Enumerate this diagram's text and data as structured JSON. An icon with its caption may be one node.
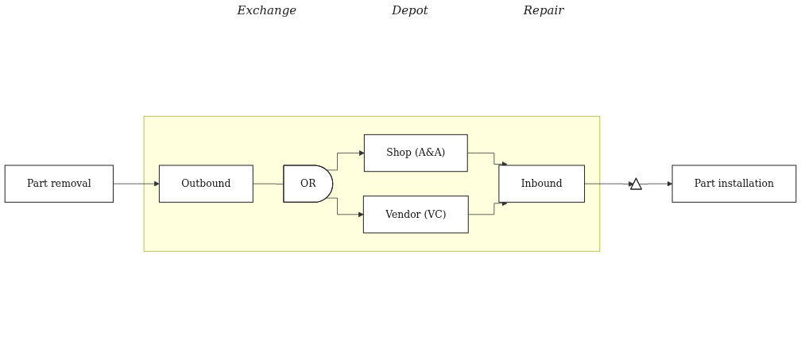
{
  "diagram": {
    "nodes": [
      {
        "text": [
          "Part removal"
        ]
      },
      {
        "text": [
          "Part installation"
        ]
      },
      {
        "text": [],
        "shape": "triangle"
      },
      {
        "text": [],
        "shape": "box"
      },
      {
        "text": [
          "Outbound"
        ],
        "in": 3
      },
      {
        "text": [
          "OR"
        ],
        "in": 3
      },
      {
        "text": [
          "Shop (A&A)"
        ],
        "in": 3
      },
      {
        "text": [
          "Inbound"
        ],
        "in": 3
      },
      {
        "text": [
          "Vendor (VC)"
        ],
        "in": 3
      }
    ],
    "edges": [
      {
        "from": 0,
        "to": 4,
        "arrow": "to"
      },
      {
        "from": 4,
        "to": 5,
        "arrow": "none"
      },
      {
        "from": 5,
        "to": 6,
        "arrow": "to"
      },
      {
        "from": 5,
        "to": 8,
        "arrow": "to"
      },
      {
        "from": 6,
        "to": 7,
        "arrow": "to"
      },
      {
        "from": 8,
        "to": 7,
        "arrow": "to"
      },
      {
        "from": 7,
        "to": 2,
        "arrow": "to"
      },
      {
        "from": 2,
        "to": 1,
        "arrow": "to"
      }
    ],
    "labels": [
      "Exchange",
      "Depot",
      "Repair"
    ]
  }
}
